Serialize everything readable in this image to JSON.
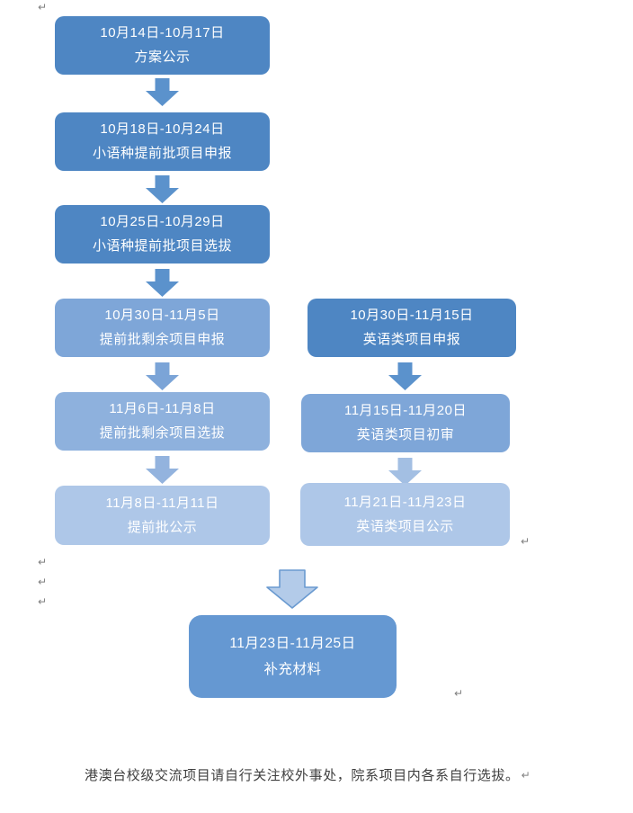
{
  "steps": {
    "left": [
      {
        "dates": "10月14日-10月17日",
        "label": "方案公示"
      },
      {
        "dates": "10月18日-10月24日",
        "label": "小语种提前批项目申报"
      },
      {
        "dates": "10月25日-10月29日",
        "label": "小语种提前批项目选拔"
      },
      {
        "dates": "10月30日-11月5日",
        "label": "提前批剩余项目申报"
      },
      {
        "dates": "11月6日-11月8日",
        "label": "提前批剩余项目选拔"
      },
      {
        "dates": "11月8日-11月11日",
        "label": "提前批公示"
      }
    ],
    "right": [
      {
        "dates": "10月30日-11月15日",
        "label": "英语类项目申报"
      },
      {
        "dates": "11月15日-11月20日",
        "label": "英语类项目初审"
      },
      {
        "dates": "11月21日-11月23日",
        "label": "英语类项目公示"
      }
    ],
    "bottom": {
      "dates": "11月23日-11月25日",
      "label": "补充材料"
    }
  },
  "footnote": "港澳台校级交流项目请自行关注校外事处，院系项目内各系自行选拔。",
  "paragraph_mark": "↵",
  "palette": {
    "box_dark": "#4e86c3",
    "box_medium": "#7ea6d8",
    "box_medium2": "#8eb1dd",
    "box_light": "#aec7e8",
    "box_bottom": "#6598d2",
    "arrow_dark": "#5b92cc",
    "arrow_medium": "#7ba4d7",
    "arrow_medium2": "#93b3de",
    "arrow_light": "#a3bfe3",
    "big_arrow_fill": "#b3cbe9",
    "big_arrow_border": "#6a9ad0",
    "text_on_box": "#ffffff",
    "footnote_text": "#3f3f3f",
    "mark_color": "#808080"
  }
}
